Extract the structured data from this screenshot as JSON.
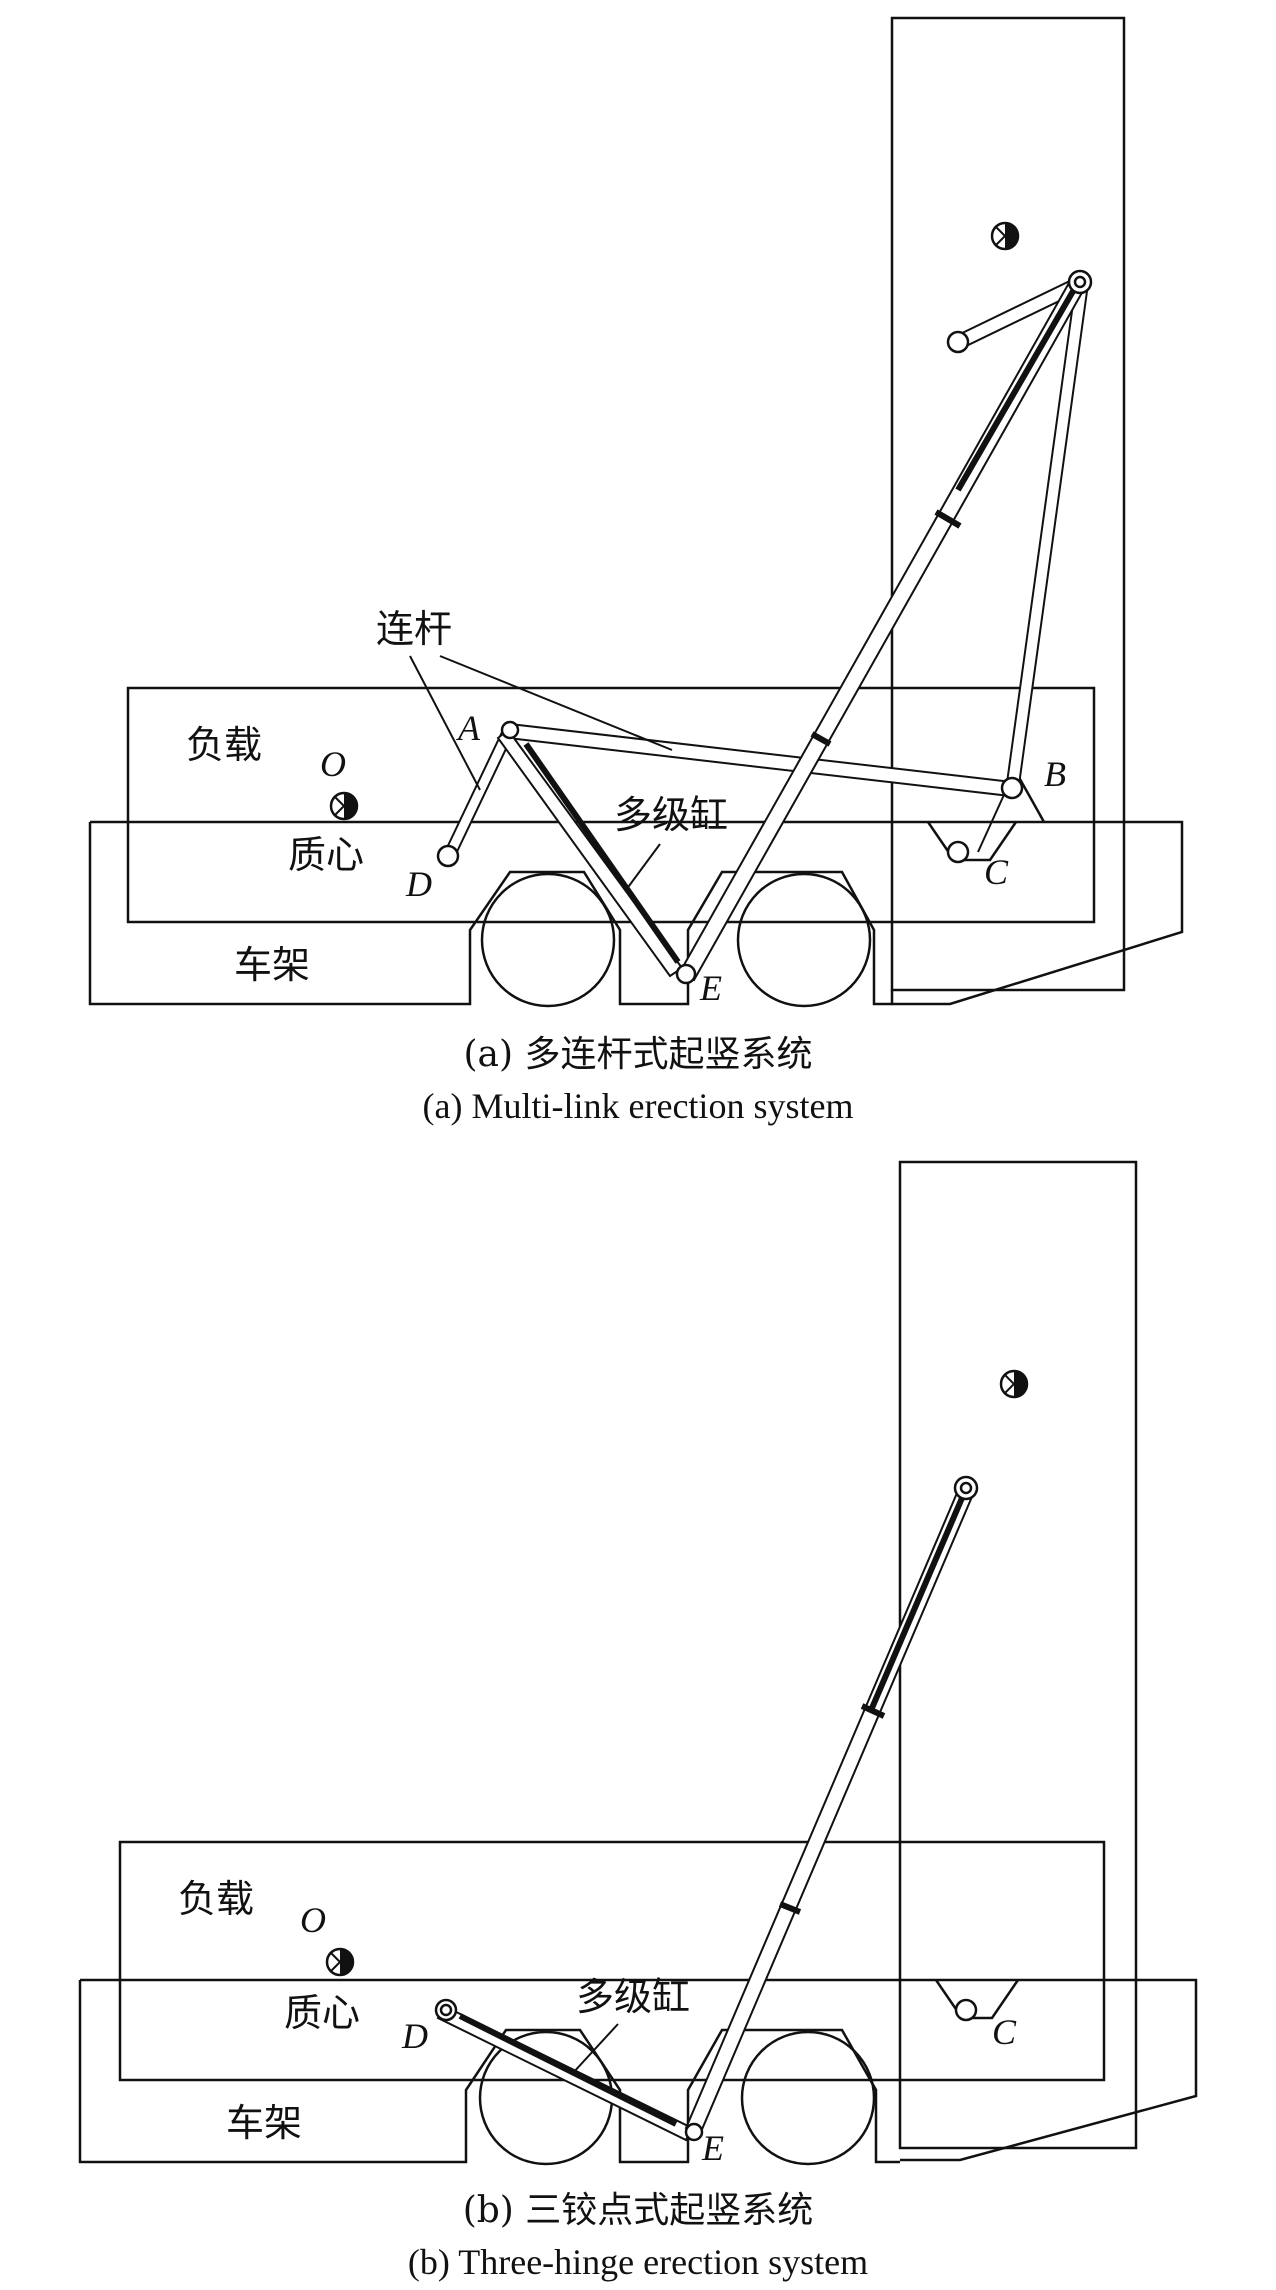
{
  "figure_a": {
    "labels": {
      "load": "负载",
      "center_of_mass_symbol": "O",
      "center_of_mass": "质心",
      "frame": "车架",
      "link": "连杆",
      "cylinder": "多级缸",
      "point_a": "A",
      "point_b": "B",
      "point_c": "C",
      "point_d": "D",
      "point_e": "E"
    },
    "caption_cn": "(a) 多连杆式起竖系统",
    "caption_en": "(a) Multi-link erection system"
  },
  "figure_b": {
    "labels": {
      "load": "负载",
      "center_of_mass_symbol": "O",
      "center_of_mass": "质心",
      "frame": "车架",
      "cylinder": "多级缸",
      "point_c": "C",
      "point_d": "D",
      "point_e": "E"
    },
    "caption_cn": "(b) 三铰点式起竖系统",
    "caption_en": "(b) Three-hinge erection system"
  }
}
